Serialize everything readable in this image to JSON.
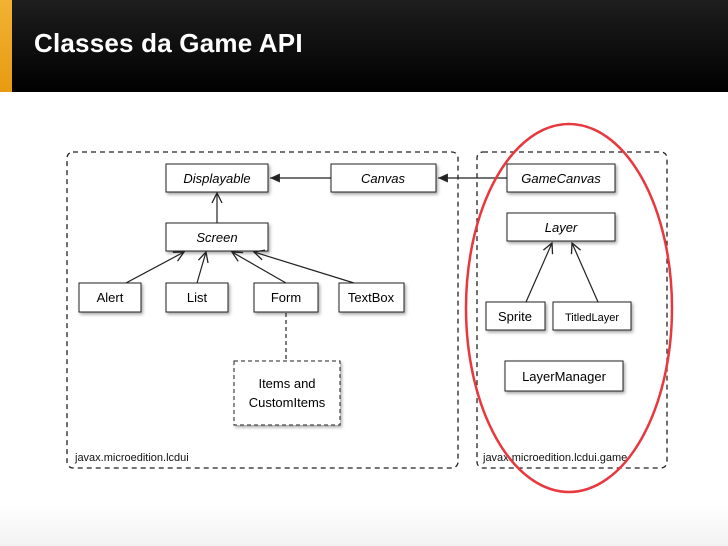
{
  "slide": {
    "title": "Classes da Game API"
  },
  "diagram": {
    "packages": {
      "lcdui": "javax.microedition.lcdui",
      "game": "javax.microedition.lcdui.game"
    },
    "classes": {
      "displayable": "Displayable",
      "canvas": "Canvas",
      "screen": "Screen",
      "alert": "Alert",
      "list": "List",
      "form": "Form",
      "textbox": "TextBox",
      "items_line1": "Items and",
      "items_line2": "CustomItems",
      "gamecanvas": "GameCanvas",
      "layer": "Layer",
      "sprite": "Sprite",
      "tiledlayer": "TitledLayer",
      "layermanager": "LayerManager"
    },
    "colors": {
      "highlight_ellipse": "#e8373d",
      "box_border": "#222222"
    }
  }
}
